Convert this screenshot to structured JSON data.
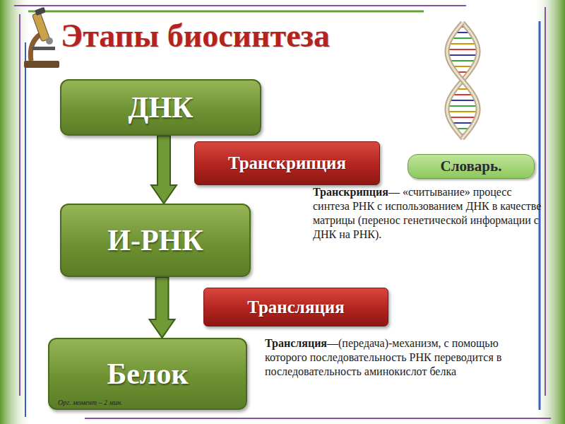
{
  "diagram": {
    "title": "Этапы биосинтеза",
    "nodes": [
      {
        "text": [
          "ДНК"
        ]
      },
      {
        "text": [
          "Транскрипция"
        ]
      },
      {
        "text": [
          "Словарь."
        ]
      },
      {
        "text": [
          "И-РНК"
        ]
      },
      {
        "text": [
          "Трансляция"
        ]
      },
      {
        "text": [
          "Белок",
          "Орг. момент – 2 мин."
        ]
      }
    ],
    "edges": [
      {
        "from": 0,
        "to": 3,
        "arrow": "to"
      },
      {
        "from": 3,
        "to": 5,
        "arrow": "to"
      }
    ],
    "labels": [
      "Транскрипция",
      "— «считывание» процесс синтеза РНК с использованием ДНК в качестве матрицы (перенос генетической информации с ДНК на РНК).",
      "Трансляция",
      "—(передача)-механизм, с помощью которого последовательность РНК переводится в последовательность аминокислот белка"
    ]
  }
}
